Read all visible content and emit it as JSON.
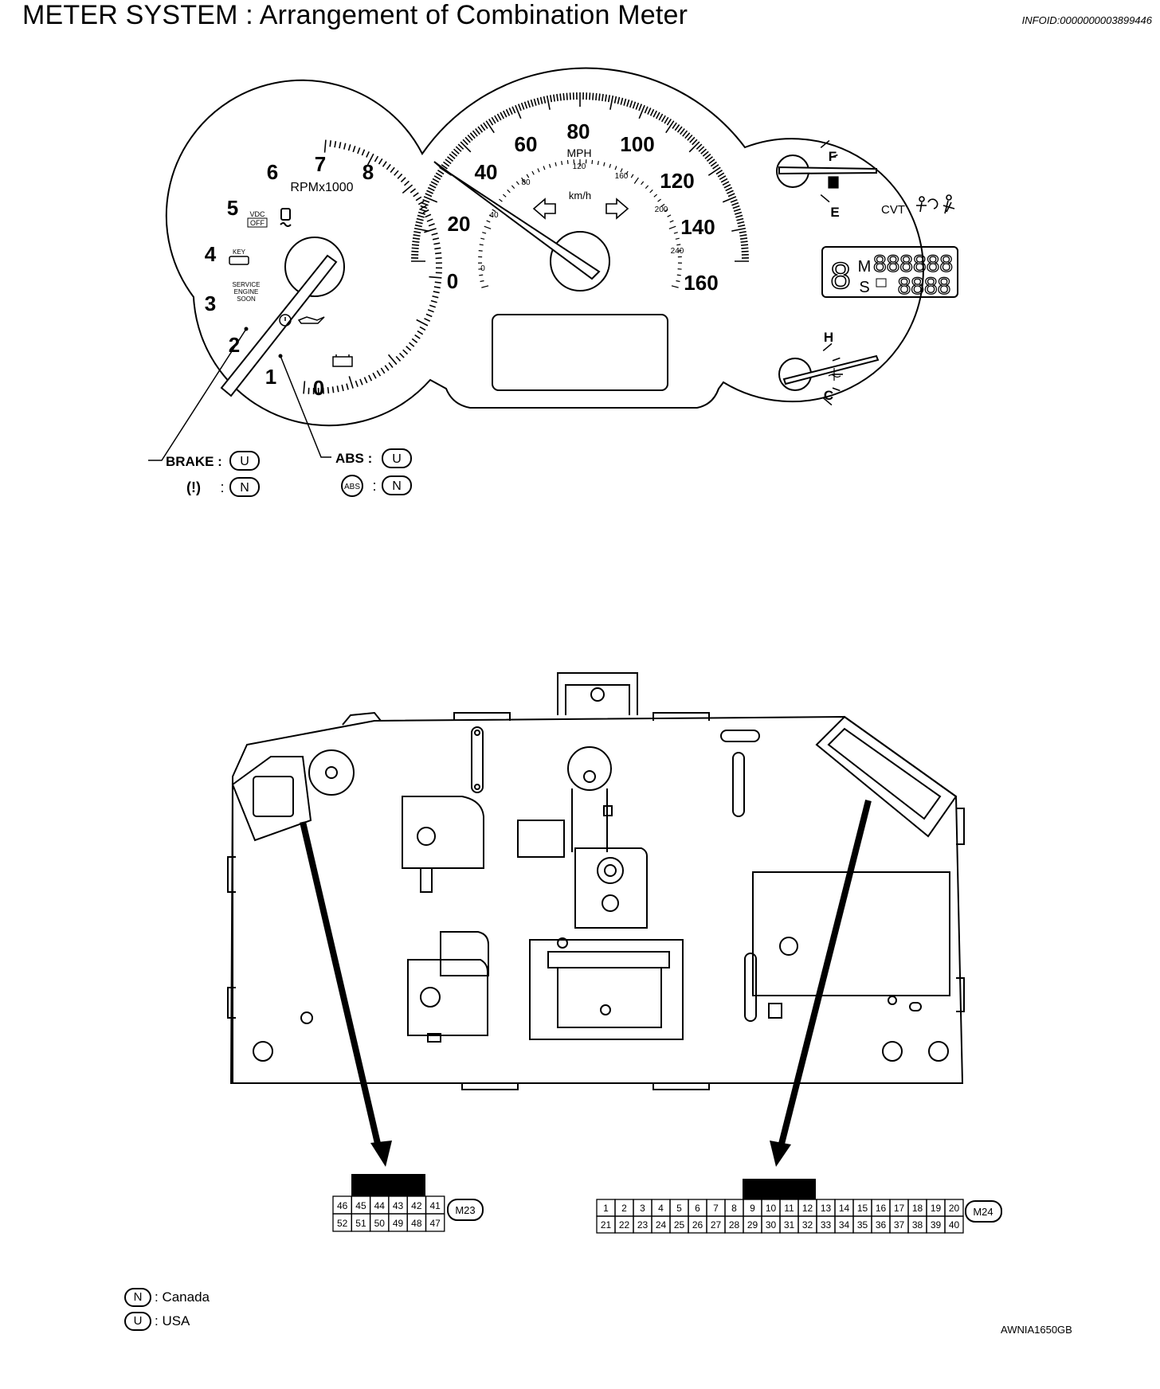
{
  "header": {
    "title": "METER SYSTEM : Arrangement of Combination Meter",
    "info_id": "INFOID:0000000003899446"
  },
  "tachometer": {
    "scale": [
      "0",
      "1",
      "2",
      "3",
      "4",
      "5",
      "6",
      "7",
      "8"
    ],
    "unit": "RPMx1000",
    "vdc_top": "VDC",
    "vdc_bottom": "OFF",
    "key_label": "KEY",
    "service_1": "SERVICE",
    "service_2": "ENGINE",
    "service_3": "SOON"
  },
  "speedometer": {
    "mph_scale": [
      "0",
      "20",
      "40",
      "60",
      "80",
      "100",
      "120",
      "140",
      "160"
    ],
    "mph_unit": "MPH",
    "kmh_scale": [
      "0",
      "40",
      "80",
      "120",
      "160",
      "200",
      "240"
    ],
    "kmh_unit": "km/h"
  },
  "right_gauge": {
    "fuel_full": "F",
    "fuel_empty": "E",
    "cvt": "CVT",
    "odo_gear": "8",
    "odo_m": "M",
    "odo_s": "S",
    "odo_top_digits": "888888",
    "odo_bottom_digits": "8888",
    "temp_hot": "H",
    "temp_cold": "C"
  },
  "callouts": {
    "brake_label": "BRAKE :",
    "brake_code": "U",
    "brake_canada_symbol": "(!)",
    "brake_canada_code": "N",
    "abs_label": "ABS :",
    "abs_code": "U",
    "abs_canada_symbol": "ABS",
    "abs_canada_code": "N",
    "separator": ":"
  },
  "connector_m23": {
    "name": "M23",
    "top_row": [
      "46",
      "45",
      "44",
      "43",
      "42",
      "41"
    ],
    "bottom_row": [
      "52",
      "51",
      "50",
      "49",
      "48",
      "47"
    ]
  },
  "connector_m24": {
    "name": "M24",
    "top_row": [
      "1",
      "2",
      "3",
      "4",
      "5",
      "6",
      "7",
      "8",
      "9",
      "10",
      "11",
      "12",
      "13",
      "14",
      "15",
      "16",
      "17",
      "18",
      "19",
      "20"
    ],
    "bottom_row": [
      "21",
      "22",
      "23",
      "24",
      "25",
      "26",
      "27",
      "28",
      "29",
      "30",
      "31",
      "32",
      "33",
      "34",
      "35",
      "36",
      "37",
      "38",
      "39",
      "40"
    ]
  },
  "legend": [
    {
      "code": "N",
      "text": ": Canada"
    },
    {
      "code": "U",
      "text": ": USA"
    }
  ],
  "figure_code": "AWNIA1650GB"
}
